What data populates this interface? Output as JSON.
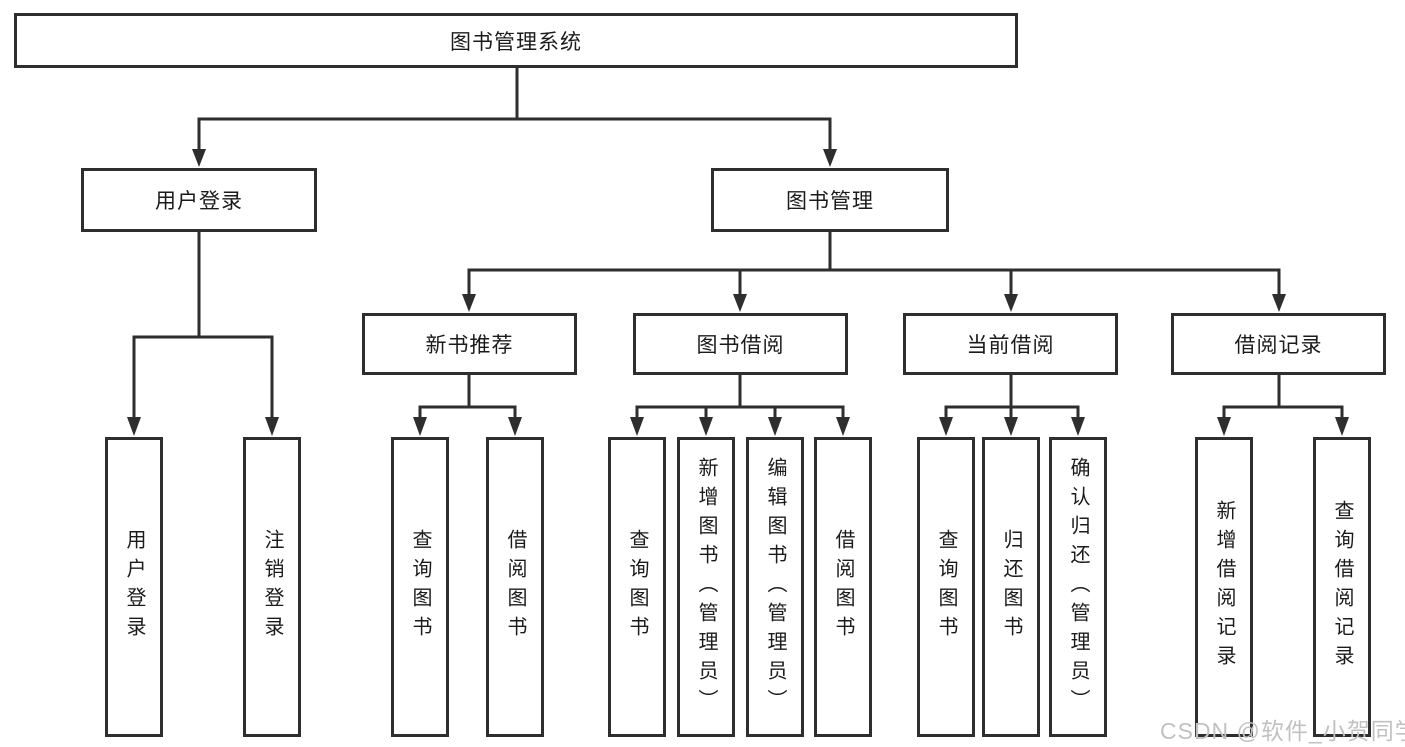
{
  "diagram": {
    "title": "图书管理系统",
    "root": {
      "label": "图书管理系统"
    },
    "level2": [
      {
        "id": "user-login",
        "label": "用户登录"
      },
      {
        "id": "book-management",
        "label": "图书管理"
      }
    ],
    "level3": [
      {
        "id": "new-book-recommend",
        "label": "新书推荐"
      },
      {
        "id": "book-borrow",
        "label": "图书借阅"
      },
      {
        "id": "current-borrow",
        "label": "当前借阅"
      },
      {
        "id": "borrow-records",
        "label": "借阅记录"
      }
    ],
    "leaves": {
      "user_login": [
        {
          "label": "用户登录"
        },
        {
          "label": "注销登录"
        }
      ],
      "new_book_recommend": [
        {
          "label": "查询图书"
        },
        {
          "label": "借阅图书"
        }
      ],
      "book_borrow": [
        {
          "label": "查询图书"
        },
        {
          "label": "新增图书（管理员）"
        },
        {
          "label": "编辑图书（管理员）"
        },
        {
          "label": "借阅图书"
        }
      ],
      "current_borrow": [
        {
          "label": "查询图书"
        },
        {
          "label": "归还图书"
        },
        {
          "label": "确认归还（管理员）"
        }
      ],
      "borrow_records": [
        {
          "label": "新增借阅记录"
        },
        {
          "label": "查询借阅记录"
        }
      ]
    },
    "watermark": "CSDN @软件_小贺同学",
    "colors": {
      "line": "#2e2e2e",
      "text": "#1b1b1b",
      "watermark": "#c2c1c1",
      "background": "#ffffff"
    }
  }
}
